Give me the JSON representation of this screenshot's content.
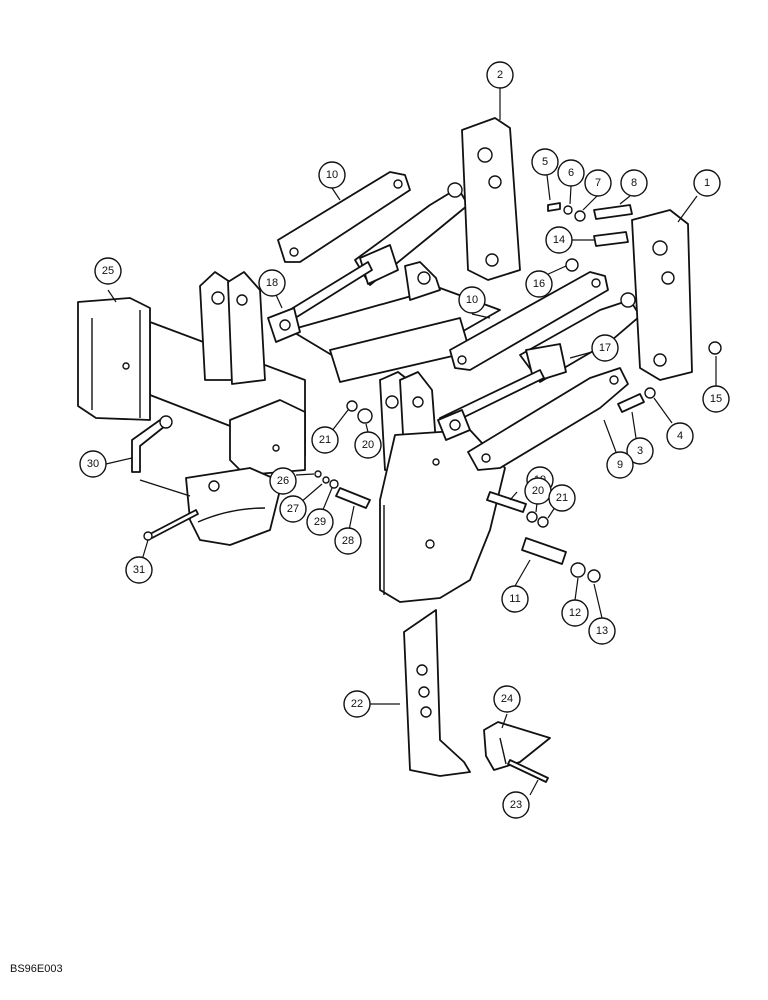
{
  "diagram": {
    "drawing_code": "BS96E003",
    "callouts": [
      "1",
      "2",
      "3",
      "4",
      "5",
      "6",
      "7",
      "8",
      "9",
      "10",
      "10",
      "11",
      "12",
      "13",
      "14",
      "15",
      "16",
      "17",
      "18",
      "19",
      "20",
      "20",
      "21",
      "21",
      "22",
      "23",
      "24",
      "25",
      "26",
      "27",
      "28",
      "29",
      "30",
      "31"
    ]
  },
  "colors": {
    "line": "#111111",
    "background": "#ffffff"
  }
}
